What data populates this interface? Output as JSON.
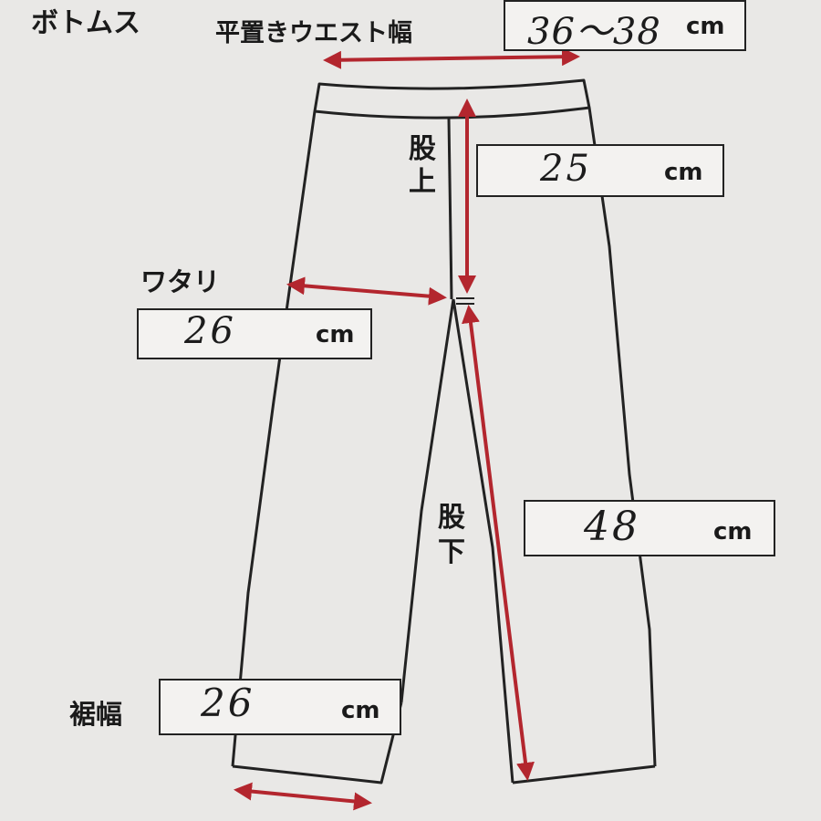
{
  "title": "ボトムス",
  "waist": {
    "label": "平置きウエスト幅",
    "value": "36～38",
    "unit": "cm"
  },
  "rise": {
    "label_top": "股",
    "label_bottom": "上",
    "value": "25",
    "unit": "cm"
  },
  "thigh": {
    "label": "ワタリ",
    "value": "26",
    "unit": "cm"
  },
  "inseam": {
    "label_top": "股",
    "label_bottom": "下",
    "value": "48",
    "unit": "cm"
  },
  "hem": {
    "label": "裾幅",
    "value": "26",
    "unit": "cm"
  },
  "colors": {
    "arrow": "#b3262e",
    "outline": "#222222",
    "paper": "#e9e8e6"
  }
}
